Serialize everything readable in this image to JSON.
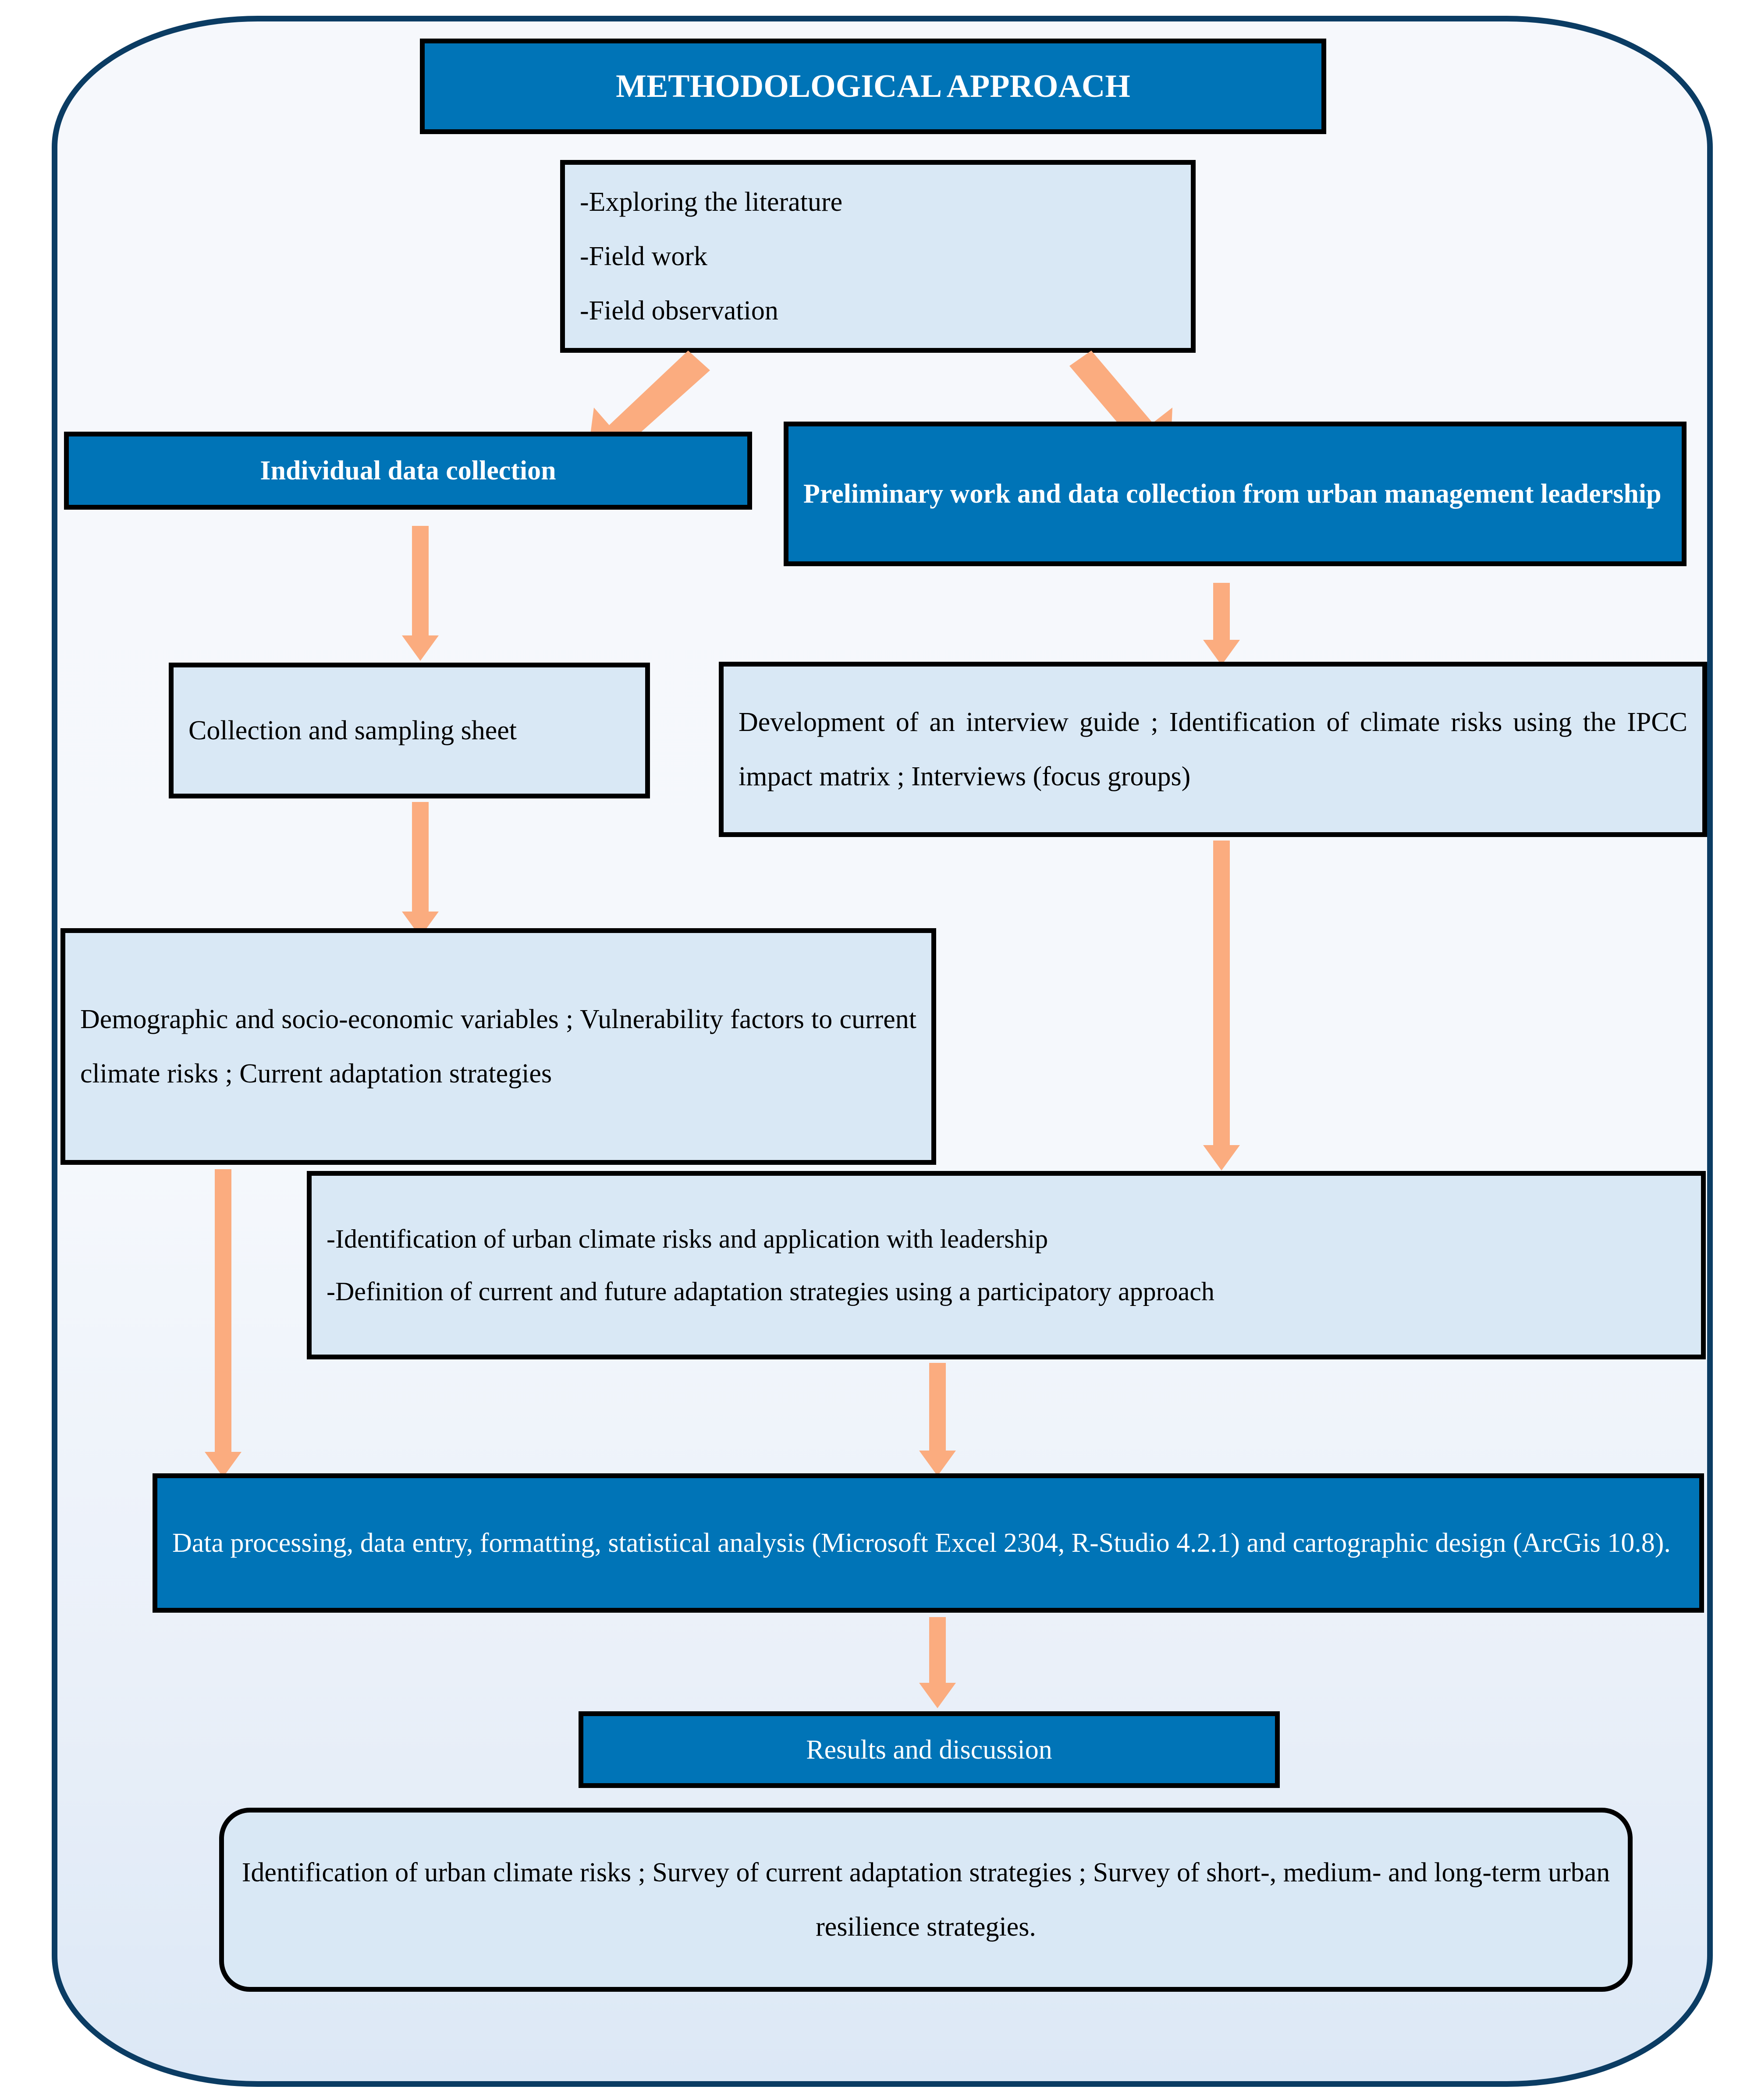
{
  "diagram": {
    "type": "flowchart",
    "title": "METHODOLOGICAL APPROACH",
    "palette": {
      "solid_box_fill": "#0074B7",
      "light_box_fill": "#D9E8F5",
      "box_border": "#000000",
      "arrow": "#FBAC7F",
      "frame_border": "#0B3C63",
      "frame_fill": "#F5F8FC"
    },
    "nodes": {
      "title_box": {
        "label": "METHODOLOGICAL APPROACH"
      },
      "inputs_box": {
        "line1": "-Exploring the literature",
        "line2": "-Field work",
        "line3": "-Field observation"
      },
      "individual_data_collection": {
        "label": "Individual data collection"
      },
      "preliminary_work": {
        "label": "Preliminary work and data collection from urban management leadership"
      },
      "collection_sheet": {
        "label": "Collection and sampling sheet"
      },
      "interview_guide": {
        "label": "Development of an interview guide ; Identification of climate risks using the IPCC impact matrix ; Interviews (focus groups)"
      },
      "demographic_variables": {
        "label": "Demographic and socio-economic variables ; Vulnerability factors to current climate risks ; Current adaptation strategies"
      },
      "risk_identification": {
        "line1": "-Identification of urban climate risks and application with leadership",
        "line2": "-Definition of current and future adaptation strategies using a participatory approach"
      },
      "data_processing": {
        "label": "Data processing, data entry, formatting, statistical analysis (Microsoft Excel 2304, R-Studio 4.2.1) and cartographic design (ArcGis 10.8)."
      },
      "results_discussion": {
        "label": "Results and discussion"
      },
      "outputs_box": {
        "label": "Identification of urban climate risks ; Survey of current adaptation strategies ; Survey of short-, medium- and long-term urban resilience strategies."
      }
    },
    "edges": [
      {
        "from": "inputs_box",
        "to": "individual_data_collection",
        "style": "diagonal-down-left"
      },
      {
        "from": "inputs_box",
        "to": "preliminary_work",
        "style": "diagonal-down-right"
      },
      {
        "from": "individual_data_collection",
        "to": "collection_sheet",
        "style": "vertical-down"
      },
      {
        "from": "preliminary_work",
        "to": "interview_guide",
        "style": "vertical-down"
      },
      {
        "from": "collection_sheet",
        "to": "demographic_variables",
        "style": "vertical-down"
      },
      {
        "from": "interview_guide",
        "to": "risk_identification",
        "style": "vertical-down"
      },
      {
        "from": "demographic_variables",
        "to": "data_processing",
        "style": "vertical-down"
      },
      {
        "from": "risk_identification",
        "to": "data_processing",
        "style": "vertical-down"
      },
      {
        "from": "data_processing",
        "to": "results_discussion",
        "style": "vertical-down"
      }
    ]
  }
}
